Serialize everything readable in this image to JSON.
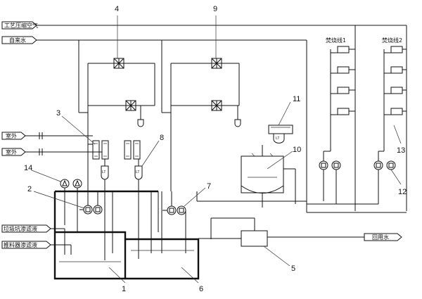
{
  "inputs": {
    "compressed_air": "工艺压缩空气",
    "tap_water": "自来水",
    "outdoor_1": "室外",
    "outdoor_2": "室外",
    "leachate_garbage_pit": "垃圾坑渗滤液",
    "leachate_feeder": "推料器渗滤液"
  },
  "outputs": {
    "reuse_water": "回用水"
  },
  "incineration_lines": {
    "line_1": "焚烧线1",
    "line_2": "焚烧线2"
  },
  "level_tag": "LT",
  "callouts": [
    "1",
    "2",
    "3",
    "4",
    "5",
    "6",
    "7",
    "8",
    "9",
    "10",
    "11",
    "12",
    "13",
    "14"
  ],
  "colors": {
    "line": "#111111",
    "background": "#ffffff"
  }
}
